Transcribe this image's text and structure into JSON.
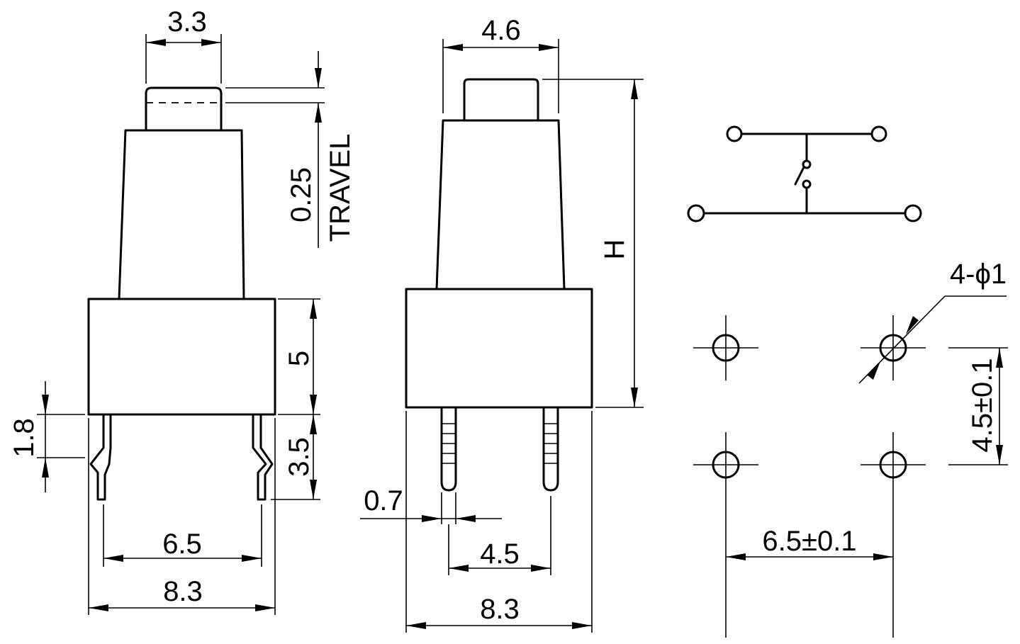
{
  "side_view": {
    "cap_width": "3.3",
    "travel_value": "0.25",
    "travel_label": "TRAVEL",
    "body_height": "5",
    "lead_offset": "1.8",
    "lead_length": "3.5",
    "lead_spacing": "6.5",
    "body_width": "8.3"
  },
  "front_view": {
    "cap_width": "4.6",
    "height_label": "H",
    "pin_width": "0.7",
    "pin_spacing": "4.5",
    "body_width": "8.3"
  },
  "footprint": {
    "hole_label": "4-ϕ1",
    "vertical_pitch": "4.5±0.1",
    "horizontal_pitch": "6.5±0.1"
  }
}
